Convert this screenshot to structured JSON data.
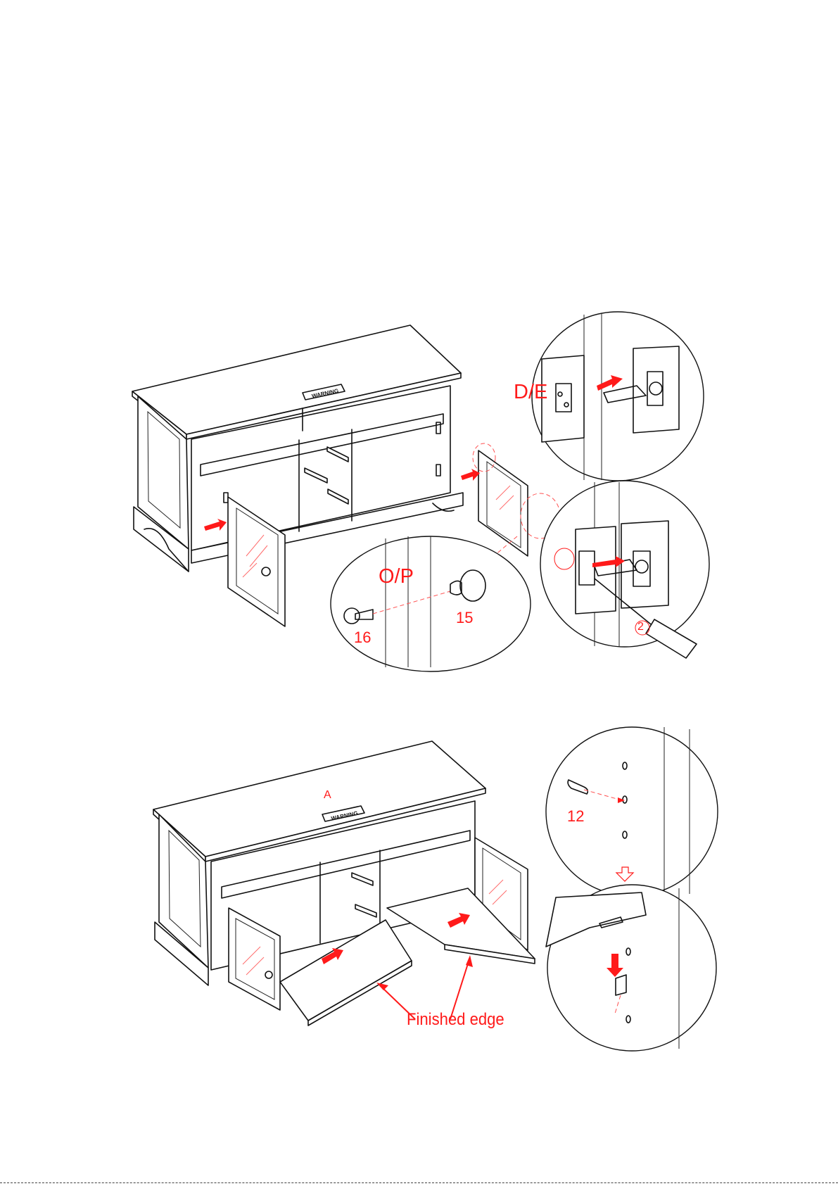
{
  "diagram": {
    "step1": {
      "hinge_label": "D/E",
      "knob_label": "O/P",
      "knob_part": "15",
      "screw_part": "16",
      "tool_part": "2",
      "warning_tag": "WARNING"
    },
    "step2": {
      "top_label": "A",
      "dowel_part": "12",
      "edge_callout": "Finished edge",
      "warning_tag": "WARNING"
    }
  },
  "colors": {
    "accent": "#ff1a1a",
    "line": "#111111",
    "background": "#ffffff"
  }
}
